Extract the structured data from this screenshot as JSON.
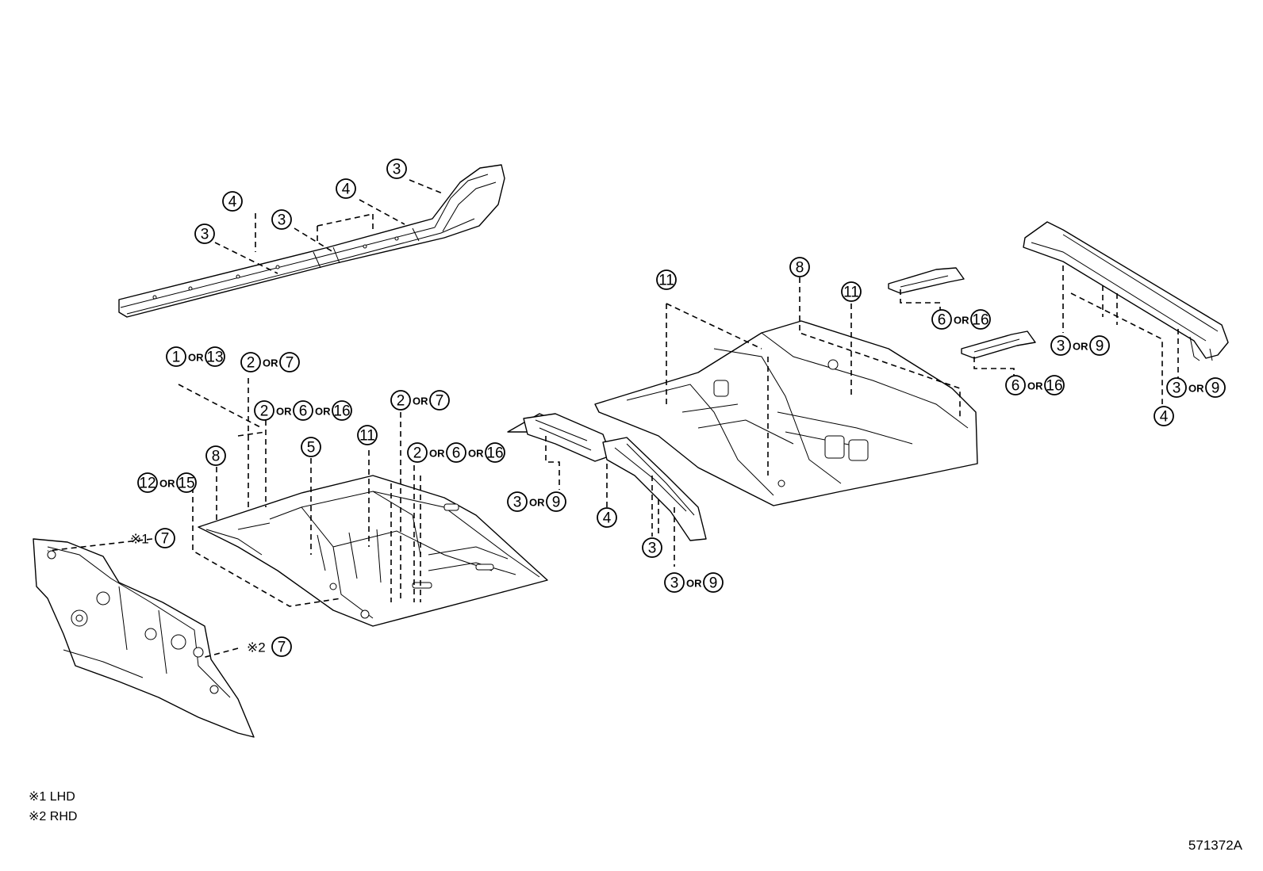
{
  "callouts": [
    {
      "n": "3",
      "kind": "sill"
    },
    {
      "n": "4",
      "kind": "sill"
    },
    {
      "n": "3",
      "kind": "sill"
    },
    {
      "n": "4",
      "kind": "sill"
    },
    {
      "n": "3",
      "kind": "sill"
    },
    {
      "n": "1",
      "or": "13"
    },
    {
      "n": "2",
      "or": "7"
    },
    {
      "n": "2",
      "or": "6",
      "or2": "16"
    },
    {
      "n": "2",
      "or": "7"
    },
    {
      "n": "8"
    },
    {
      "n": "5"
    },
    {
      "n": "11"
    },
    {
      "n": "2",
      "or": "6",
      "or2": "16"
    },
    {
      "n": "12",
      "or": "15"
    },
    {
      "mark": "※1",
      "n": "7"
    },
    {
      "mark": "※2",
      "n": "7"
    },
    {
      "n": "3",
      "or": "9"
    },
    {
      "n": "4"
    },
    {
      "n": "3"
    },
    {
      "n": "3",
      "or": "9"
    },
    {
      "n": "11"
    },
    {
      "n": "8"
    },
    {
      "n": "11"
    },
    {
      "n": "6",
      "or": "16"
    },
    {
      "n": "6",
      "or": "16"
    },
    {
      "n": "3",
      "or": "9"
    },
    {
      "n": "3",
      "or": "9"
    },
    {
      "n": "4"
    }
  ],
  "or_word": "OR",
  "notes": [
    {
      "mark": "※1",
      "text": "LHD"
    },
    {
      "mark": "※2",
      "text": "RHD"
    }
  ],
  "ref_code": "571372A"
}
